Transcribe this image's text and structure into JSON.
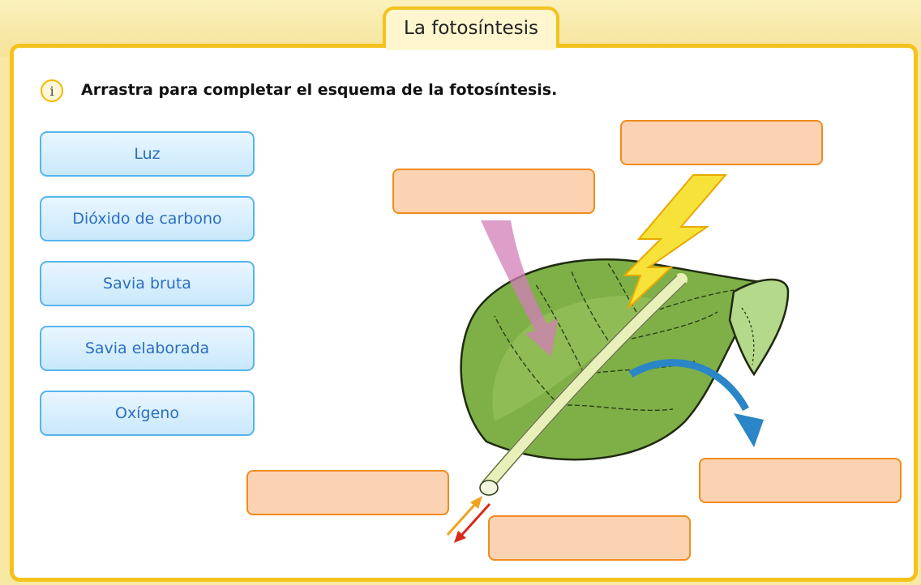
{
  "tab": {
    "title": "La fotosíntesis"
  },
  "instruction": {
    "icon": "info-icon",
    "text": "Arrastra para completar el esquema de la fotosíntesis."
  },
  "options": [
    {
      "label": "Luz"
    },
    {
      "label": "Dióxido de carbono"
    },
    {
      "label": "Savia bruta"
    },
    {
      "label": "Savia elaborada"
    },
    {
      "label": "Oxígeno"
    }
  ],
  "drop_zones": [
    "",
    "",
    "",
    "",
    ""
  ],
  "colors": {
    "frame": "#f3c21c",
    "option_border": "#55b4ee",
    "option_text": "#2c6fbf",
    "drop_fill": "#fcd3b2",
    "drop_border": "#f08c1e"
  },
  "illustration": {
    "icons": [
      "leaf-illustration",
      "lightning-bolt-icon",
      "pink-arrow-icon",
      "blue-arrow-icon",
      "sap-arrows-icon"
    ]
  }
}
